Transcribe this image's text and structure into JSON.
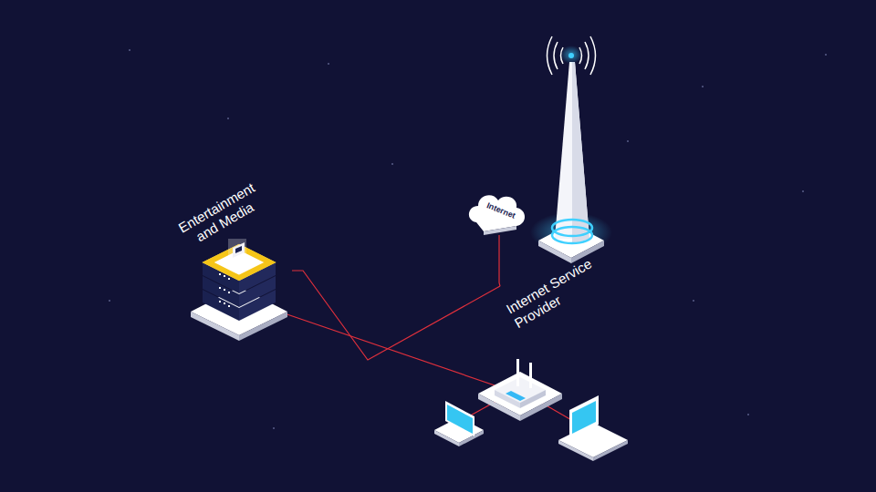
{
  "diagram": {
    "nodes": [
      {
        "text": [
          "Entertainment and Media"
        ]
      },
      {
        "text": [
          "Internet"
        ]
      },
      {
        "text": [
          "Internet Service Provider"
        ]
      }
    ],
    "edges": [
      {
        "from": 0,
        "to": 2,
        "arrow": "none"
      },
      {
        "from": 1,
        "to": 2,
        "arrow": "none"
      }
    ]
  }
}
